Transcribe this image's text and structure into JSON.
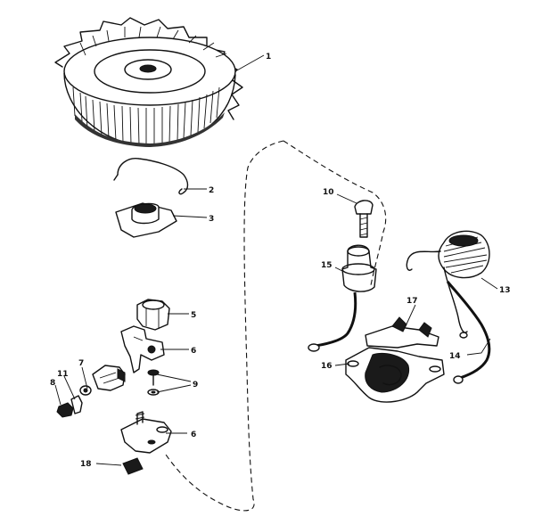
{
  "callouts": [
    {
      "id": "c1",
      "label": "1"
    },
    {
      "id": "c2",
      "label": "2"
    },
    {
      "id": "c3",
      "label": "3"
    },
    {
      "id": "c5",
      "label": "5"
    },
    {
      "id": "c6a",
      "label": "6"
    },
    {
      "id": "c6b",
      "label": "6"
    },
    {
      "id": "c7a",
      "label": "7"
    },
    {
      "id": "c7b",
      "label": "7"
    },
    {
      "id": "c8",
      "label": "8"
    },
    {
      "id": "c9",
      "label": "9"
    },
    {
      "id": "c10",
      "label": "10"
    },
    {
      "id": "c11",
      "label": "11"
    },
    {
      "id": "c13",
      "label": "13"
    },
    {
      "id": "c14",
      "label": "14"
    },
    {
      "id": "c15",
      "label": "15"
    },
    {
      "id": "c16",
      "label": "16"
    },
    {
      "id": "c17",
      "label": "17"
    },
    {
      "id": "c18",
      "label": "18"
    }
  ]
}
